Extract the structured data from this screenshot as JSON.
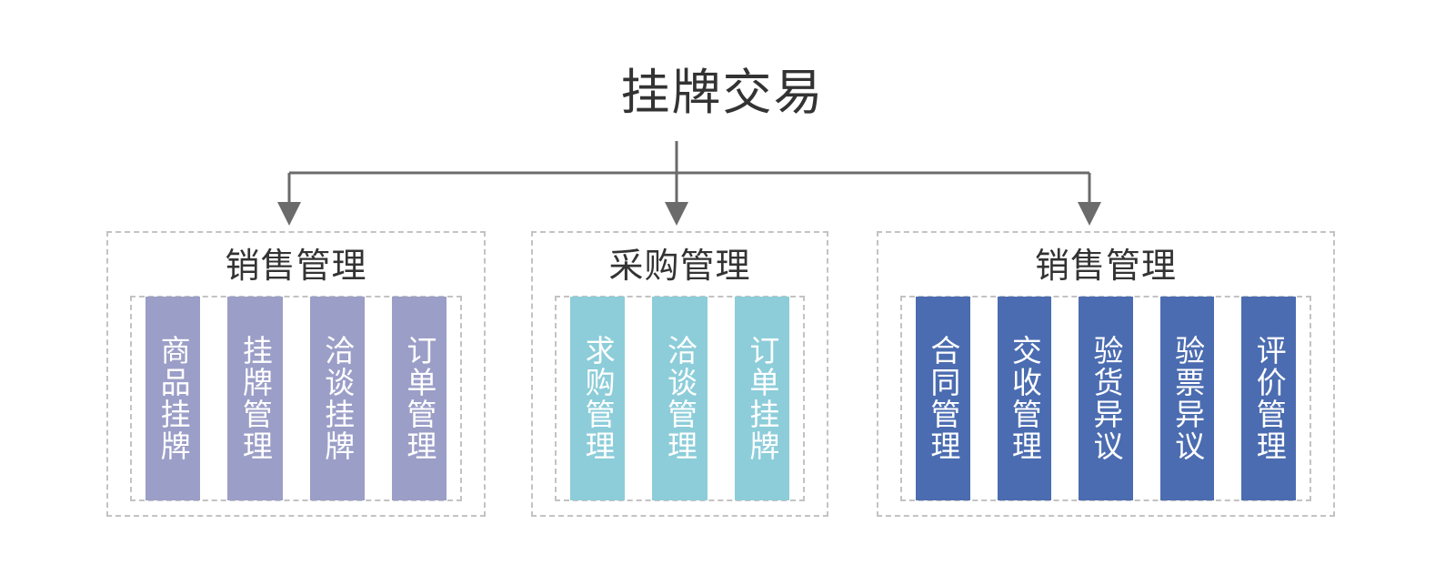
{
  "title": "挂牌交易",
  "colors": {
    "title_text": "#333333",
    "connector": "#6b6b6b",
    "dashed_border": "#c3c3c3",
    "group_1_bar": "#9b9ec7",
    "group_2_bar": "#8ccdd9",
    "group_3_bar": "#4b6cb0",
    "bar_text": "#ffffff",
    "background": "#ffffff"
  },
  "groups": [
    {
      "id": "sales-management-left",
      "title": "销售管理",
      "bar_color": "#9b9ec7",
      "items": [
        {
          "label": "商品挂牌"
        },
        {
          "label": "挂牌管理"
        },
        {
          "label": "洽谈挂牌"
        },
        {
          "label": "订单管理"
        }
      ]
    },
    {
      "id": "procurement-management",
      "title": "采购管理",
      "bar_color": "#8ccdd9",
      "items": [
        {
          "label": "求购管理"
        },
        {
          "label": "洽谈管理"
        },
        {
          "label": "订单挂牌"
        }
      ]
    },
    {
      "id": "sales-management-right",
      "title": "销售管理",
      "bar_color": "#4b6cb0",
      "items": [
        {
          "label": "合同管理"
        },
        {
          "label": "交收管理"
        },
        {
          "label": "验货异议"
        },
        {
          "label": "验票异议"
        },
        {
          "label": "评价管理"
        }
      ]
    }
  ]
}
